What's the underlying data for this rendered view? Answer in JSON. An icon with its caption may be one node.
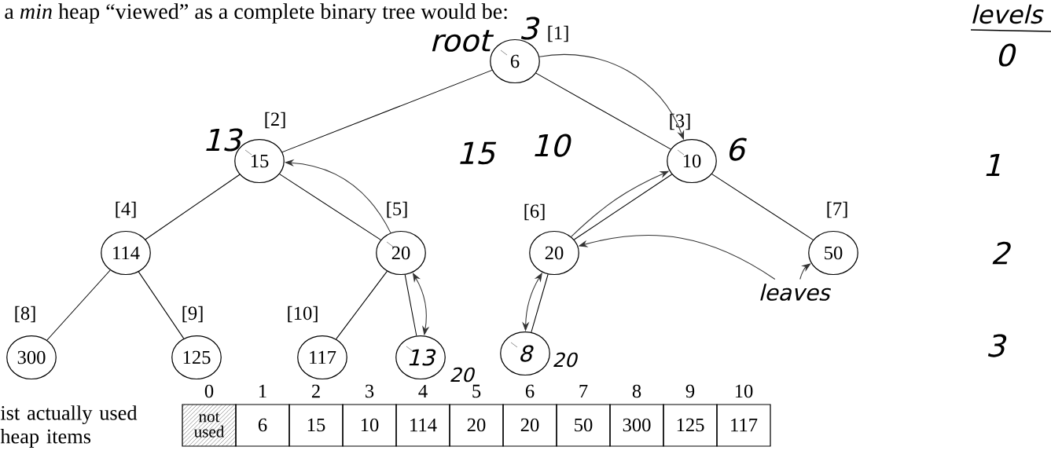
{
  "diagram": {
    "nodes": [
      {
        "text": [
          "6"
        ],
        "beside": [
          "[1]"
        ]
      },
      {
        "text": [
          "15"
        ],
        "beside": [
          "[2]"
        ]
      },
      {
        "text": [
          "10"
        ],
        "beside": [
          "[3]"
        ]
      },
      {
        "text": [
          "114"
        ],
        "beside": [
          "[4]"
        ]
      },
      {
        "text": [
          "20"
        ],
        "beside": [
          "[5]"
        ]
      },
      {
        "text": [
          "20"
        ],
        "beside": [
          "[6]"
        ]
      },
      {
        "text": [
          "50"
        ],
        "beside": [
          "[7]"
        ]
      },
      {
        "text": [
          "300"
        ],
        "beside": [
          "[8]"
        ]
      },
      {
        "text": [
          "125"
        ],
        "beside": [
          "[9]"
        ]
      },
      {
        "text": [
          "117"
        ],
        "beside": [
          "[10]"
        ]
      },
      {
        "text": [
          "13"
        ],
        "beside": [
          "20"
        ]
      },
      {
        "text": [
          "8"
        ],
        "beside": [
          "20"
        ]
      },
      {
        "text": [
          "leaves"
        ]
      }
    ],
    "edges": [
      {
        "from": 0,
        "to": 1,
        "arrow": "none"
      },
      {
        "from": 0,
        "to": 2,
        "arrow": "none"
      },
      {
        "from": 1,
        "to": 3,
        "arrow": "none"
      },
      {
        "from": 1,
        "to": 4,
        "arrow": "none"
      },
      {
        "from": 2,
        "to": 5,
        "arrow": "none"
      },
      {
        "from": 2,
        "to": 6,
        "arrow": "none"
      },
      {
        "from": 3,
        "to": 7,
        "arrow": "none"
      },
      {
        "from": 3,
        "to": 8,
        "arrow": "none"
      },
      {
        "from": 4,
        "to": 9,
        "arrow": "none"
      },
      {
        "from": 4,
        "to": 10,
        "arrow": "none"
      },
      {
        "from": 5,
        "to": 11,
        "arrow": "none"
      },
      {
        "from": 12,
        "to": 5,
        "arrow": "to",
        "color": "#333333"
      },
      {
        "from": 12,
        "to": 6,
        "arrow": "to",
        "color": "#333333"
      },
      {
        "from": 4,
        "to": 1,
        "arrow": "to",
        "color": "#333333"
      },
      {
        "from": 10,
        "to": 4,
        "arrow": "both",
        "color": "#333333"
      },
      {
        "from": 11,
        "to": 5,
        "arrow": "both",
        "color": "#333333"
      },
      {
        "from": 5,
        "to": 2,
        "arrow": "to",
        "color": "#333333"
      },
      {
        "from": 0,
        "to": 2,
        "arrow": "to",
        "color": "#333333"
      }
    ],
    "labels": [
      "a *min* heap “viewed” as a complete binary tree would be:",
      "3",
      "levels",
      "root",
      "0",
      "13",
      "15",
      "10",
      "6",
      "1",
      "2",
      "3",
      "0",
      "1",
      "2",
      "3",
      "4",
      "5",
      "6",
      "7",
      "8",
      "9",
      "10",
      "ist actually used heap items",
      "not used",
      "6",
      "15",
      "10",
      "114",
      "20",
      "20",
      "50",
      "300",
      "125",
      "117"
    ]
  }
}
